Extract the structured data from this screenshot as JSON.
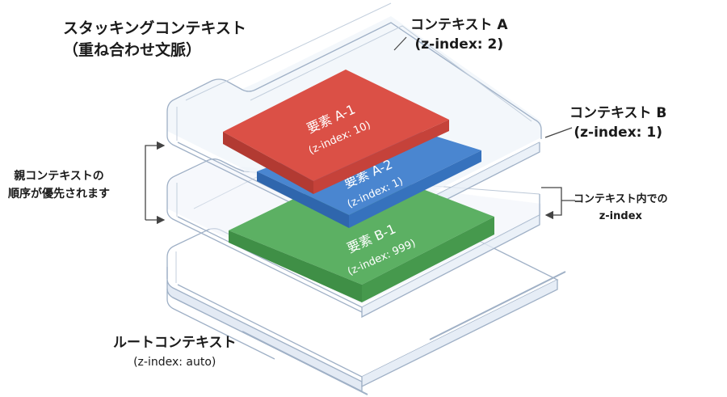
{
  "title": {
    "line1": "スタッキングコンテキスト",
    "line2": "（重ね合わせ文脈）"
  },
  "contexts": {
    "a": {
      "name": "コンテキスト A",
      "zindex": "(z-index: 2)"
    },
    "b": {
      "name": "コンテキスト B",
      "zindex": "(z-index: 1)"
    },
    "root": {
      "name": "ルートコンテキスト",
      "zindex": "(z-index: auto)"
    }
  },
  "elements": {
    "a1": {
      "name": "要素 A-1",
      "zindex": "(z-index: 10)",
      "color": "#d9463c"
    },
    "a2": {
      "name": "要素 A-2",
      "zindex": "(z-index: 1)",
      "color": "#3f7fcc"
    },
    "b1": {
      "name": "要素 B-1",
      "zindex": "(z-index: 999)",
      "color": "#4ca654"
    }
  },
  "annotations": {
    "parent_order": {
      "line1": "親コンテキストの",
      "line2": "順序が優先されます"
    },
    "within_context": {
      "line1": "コンテキスト内での",
      "line2": "z-index"
    }
  },
  "colors": {
    "tray_fill": "#eef3fa",
    "tray_edge": "#a9b8cc",
    "tray_side": "#d7e1ee",
    "arrow": "#444444"
  }
}
